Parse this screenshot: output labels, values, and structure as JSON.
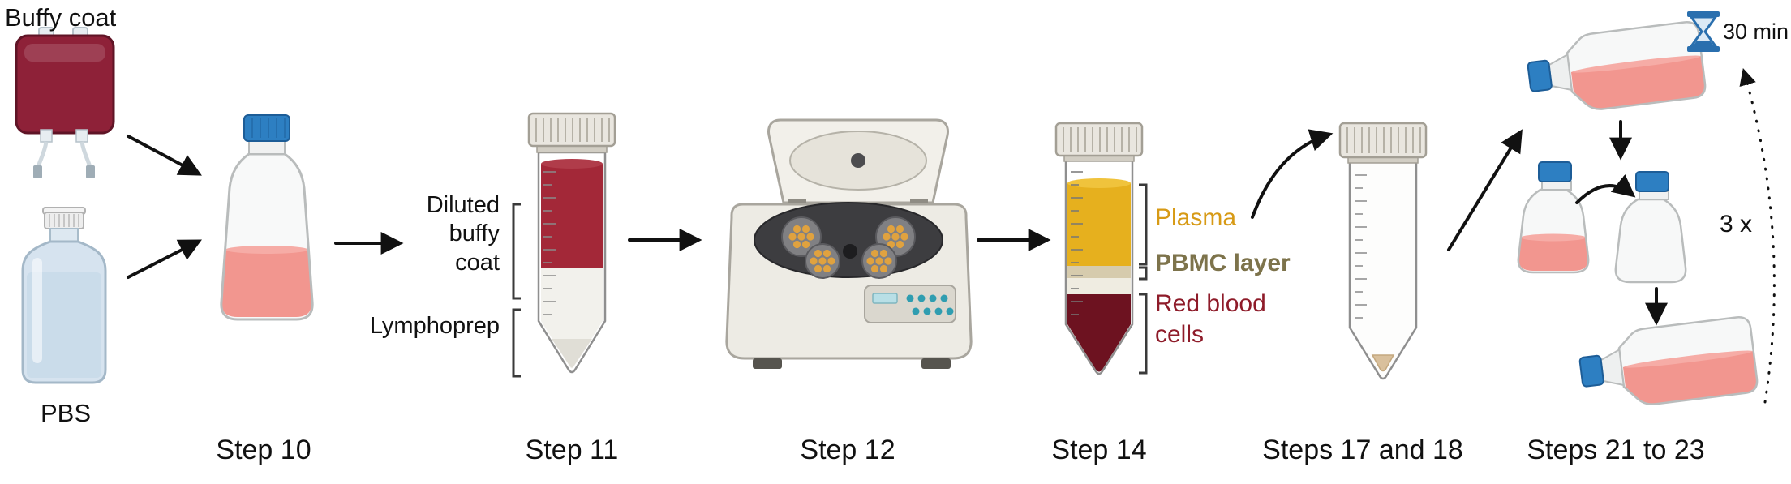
{
  "labels": {
    "buffy_coat": "Buffy coat",
    "pbs": "PBS",
    "diluted_buffy_coat": "Diluted\nbuffy\ncoat",
    "lymphoprep": "Lymphoprep",
    "plasma": "Plasma",
    "pbmc_layer": "PBMC layer",
    "red_blood_cells": "Red blood\ncells",
    "incubation_time": "30 min",
    "repeat_count": "3 x"
  },
  "steps": [
    {
      "label": "Step 10"
    },
    {
      "label": "Step 11"
    },
    {
      "label": "Step 12"
    },
    {
      "label": "Step 14"
    },
    {
      "label": "Steps 17 and 18"
    },
    {
      "label": "Steps 21 to 23"
    }
  ],
  "icons": {
    "hourglass": "hourglass-icon",
    "arrows": "arrow-icon",
    "repeat_arrow": "dashed-cycle-arrow-icon"
  },
  "colors": {
    "blood_bag": "#8e2138",
    "buffy_layer": "#a32838",
    "red_blood_cells": "#6d1220",
    "plasma": "#e6b01e",
    "pbmc_layer_fill": "#d6cbad",
    "media_pink": "#f2968f",
    "cap_blue": "#2d7fc2",
    "plasma_text": "#d79a15",
    "pbmc_text": "#7d734b",
    "rbc_text": "#8e1b29",
    "hourglass_blue": "#2a6fae",
    "arrow_black": "#111111"
  }
}
